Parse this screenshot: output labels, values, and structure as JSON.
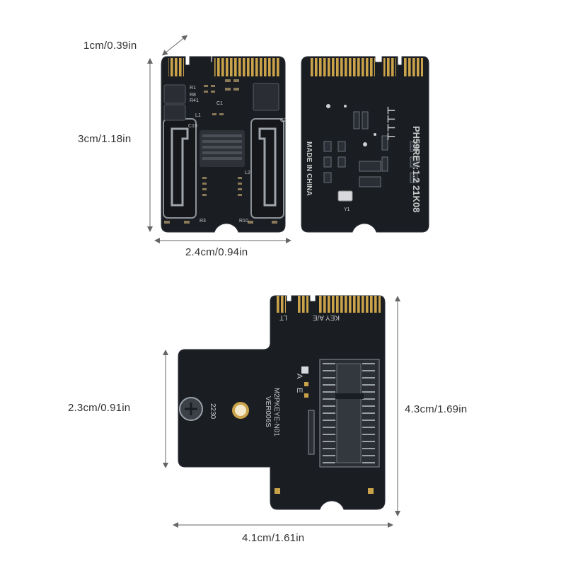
{
  "dimensions": {
    "top_left_height": "3cm/1.18in",
    "top_left_width": "2.4cm/0.94in",
    "top_left_diagonal": "1cm/0.39in",
    "bottom_left_height": "2.3cm/0.91in",
    "bottom_right_height": "4.3cm/1.69in",
    "bottom_width": "4.1cm/1.61in"
  },
  "board_top_left": {
    "labels": [
      "R1",
      "R8",
      "R41",
      "C19",
      "C1",
      "R3",
      "R10",
      "L1",
      "L2",
      "C2"
    ]
  },
  "board_top_right": {
    "model": "PH59",
    "revision": "REV:1.2",
    "date_code": "21K08",
    "origin": "MADE IN CHINA",
    "crystal": "Y1"
  },
  "board_bottom": {
    "model": "M2PKEYE-N01",
    "version": "VER006S",
    "size": "2230",
    "key": "KEY A/E",
    "marker": "LT",
    "key_a": "A",
    "key_e": "E"
  },
  "colors": {
    "pcb": "#1a1d22",
    "pcb_edge": "#2a2e35",
    "gold": "#c9a24a",
    "dimension_line": "#555555"
  }
}
